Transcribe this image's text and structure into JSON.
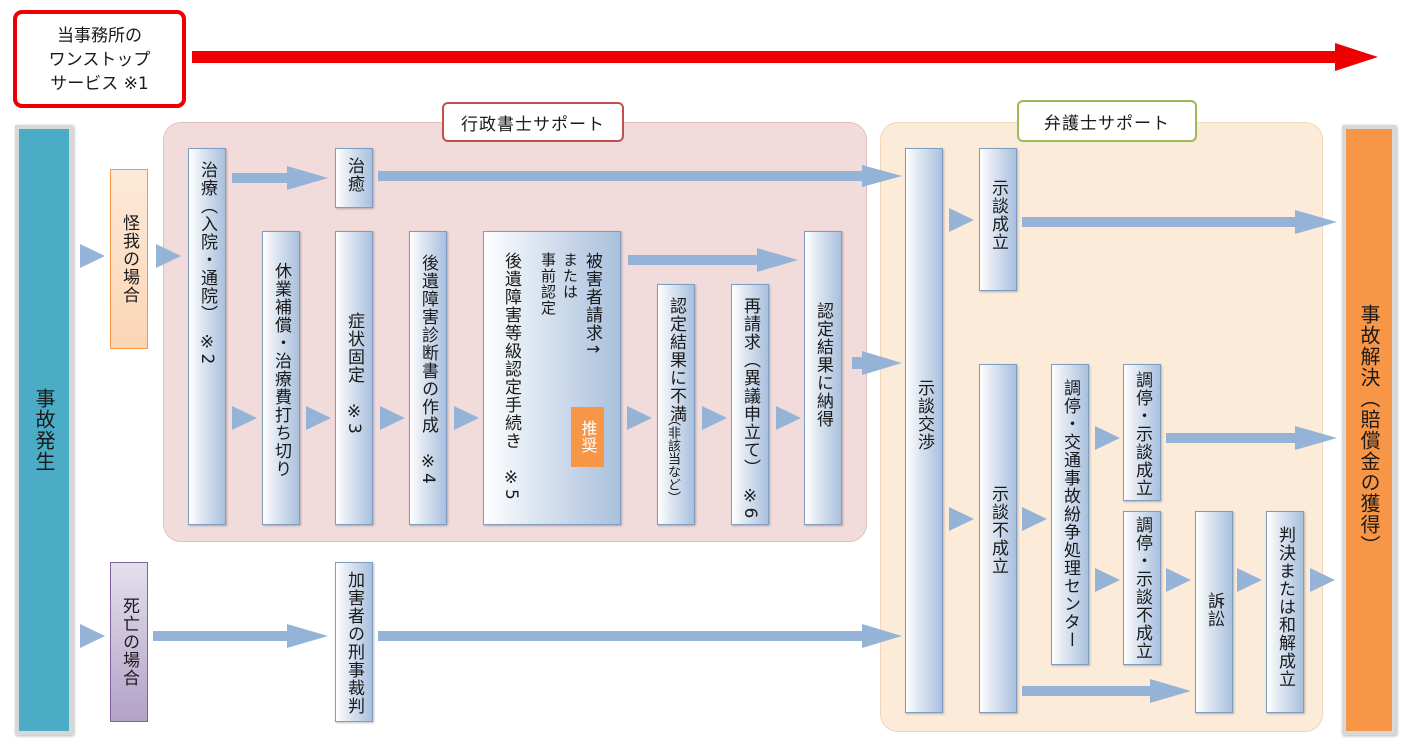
{
  "service_label": "当事務所の\nワンストップ\nサービス ※1",
  "admin_support_title": "行政書士サポート",
  "lawyer_support_title": "弁護士サポート",
  "accident_occurs": "事故発生",
  "accident_resolution": "事故解決（賠償金の獲得）",
  "injury_case": "怪我の場合",
  "death_case": "死亡の場合",
  "treatment_hosp": "治療（入院・通院）　※2",
  "cure": "治癒",
  "leave_comp": "休業補償・治療費打ち切り",
  "symptom_fixed": "症状固定　※3",
  "diagnosis": "後遺障害診断書の作成　※4",
  "cert_proc": "後遺障害等級認定手続き　※5",
  "cert_options": [
    "被害者請求↑",
    "または",
    "事前認定"
  ],
  "recommended": "推奨",
  "dissatisfied": "認定結果に不満",
  "dissatisfied_note": "（非該当など）",
  "re_request": "再請求（異議申立て）　※6",
  "satisfied": "認定結果に納得",
  "negotiation": "示談交渉",
  "settlement": "示談成立",
  "no_settlement": "示談不成立",
  "mediation_center": "調停・交通事故紛争処理センター",
  "mediation_settled": "調停・示談成立",
  "mediation_failed": "調停・示談不成立",
  "lawsuit": "訴訟",
  "judgment": "判決または和解成立",
  "criminal_trial": "加害者の刑事裁判",
  "colors": {
    "red": "#ee0000",
    "teal": "#4bacc6",
    "orange": "#f79646",
    "pink_panel": "#f2dcdb",
    "peach_panel": "#fdebd9",
    "arrow": "#95b3d7",
    "purple": "#b2a2c7"
  }
}
